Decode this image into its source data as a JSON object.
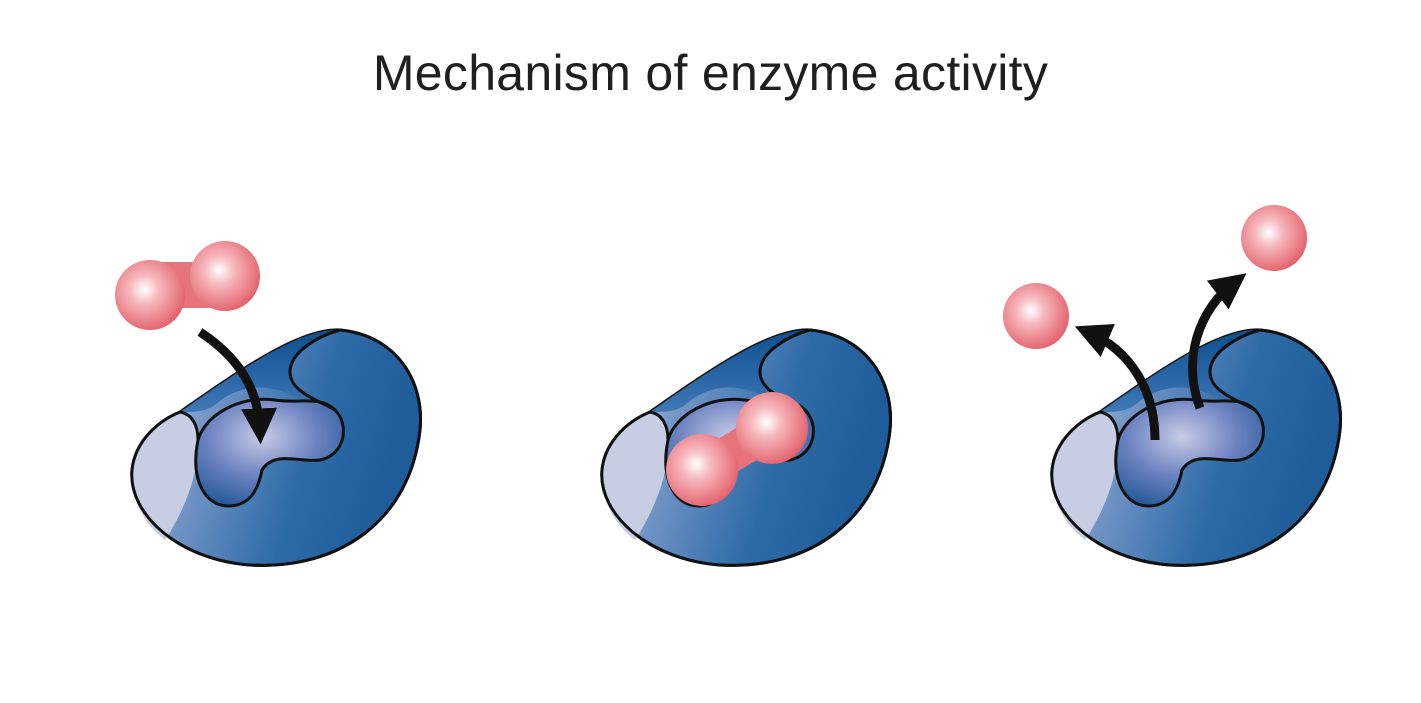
{
  "title": "Mechanism of enzyme activity",
  "colors": {
    "enzyme_dark": "#0c4f8c",
    "enzyme_light": "#c4cbe0",
    "substrate": "#e8707a",
    "outline": "#111111",
    "arrow": "#111111"
  },
  "panels": [
    {
      "step": "substrate-approaching",
      "substrate": "diatomic",
      "arrows": 1
    },
    {
      "step": "substrate-bound",
      "substrate": "diatomic",
      "arrows": 0
    },
    {
      "step": "products-released",
      "substrate": "two-separate-spheres",
      "arrows": 2
    }
  ]
}
